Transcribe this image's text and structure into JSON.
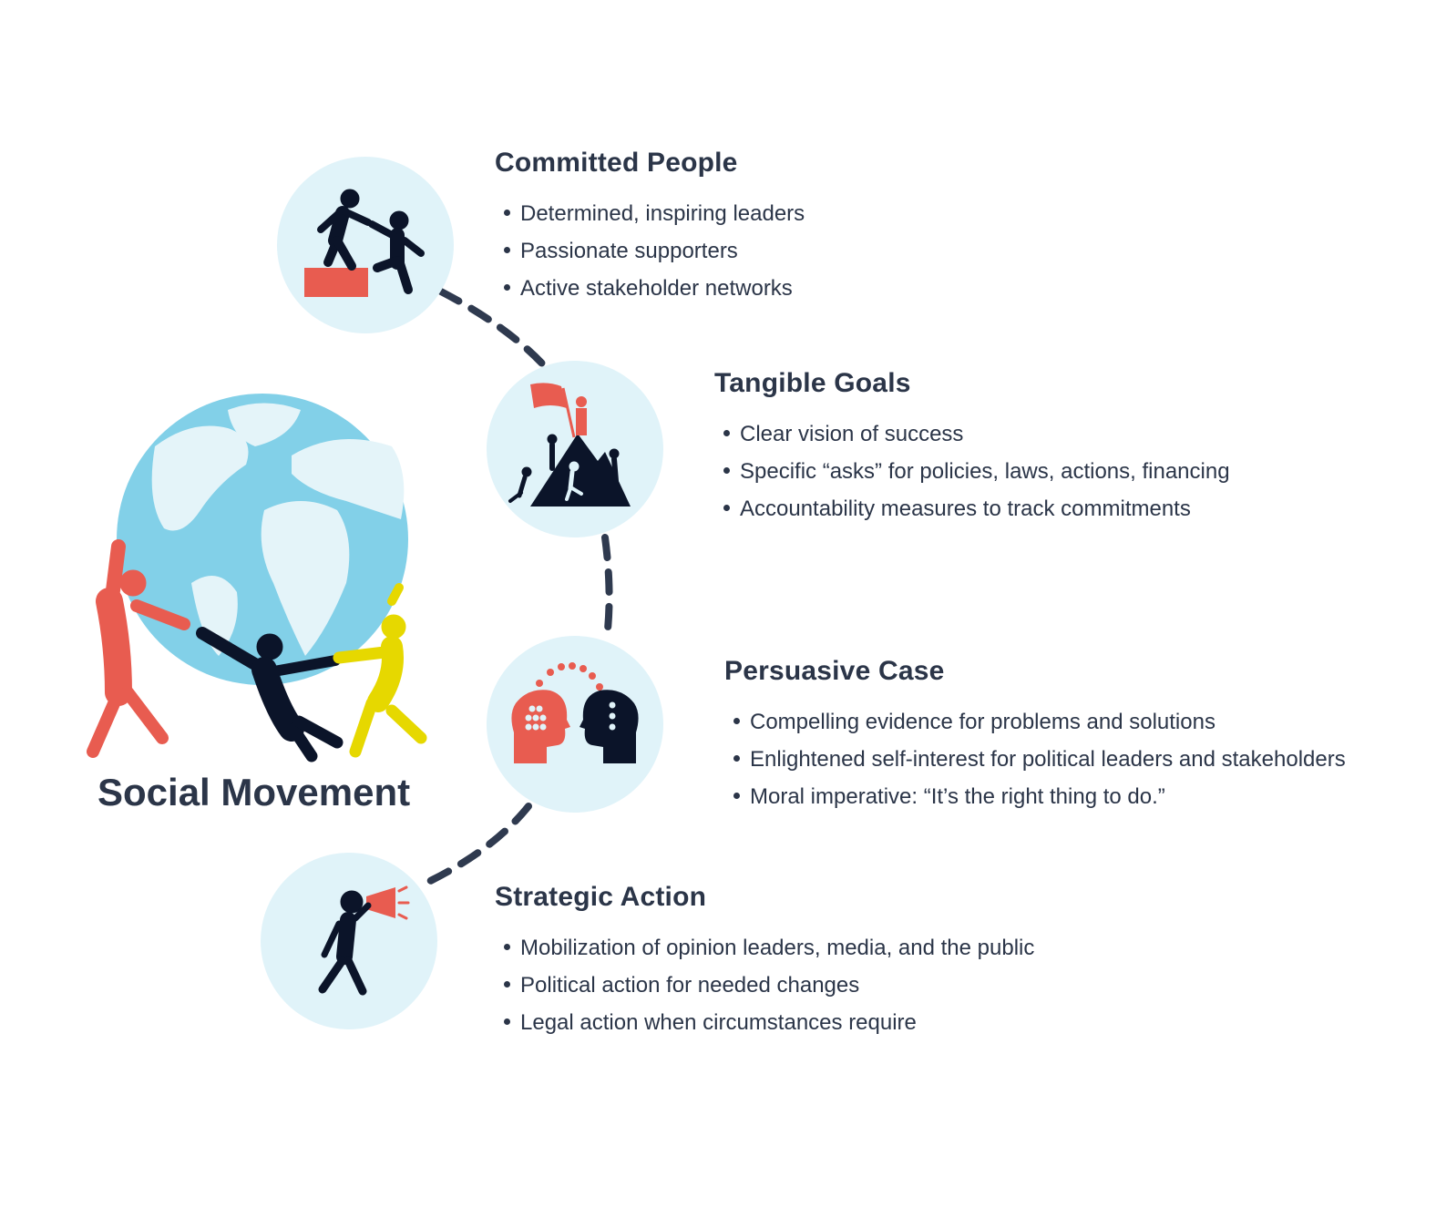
{
  "main_title": "Social Movement",
  "colors": {
    "text": "#2b3548",
    "circle_bg": "#e0f3f9",
    "accent_red": "#e85c50",
    "dark_navy": "#0b1429",
    "yellow": "#e6d800",
    "globe_ocean": "#82d0e8",
    "globe_land": "#e4f4f9",
    "connector": "#2f3a4f"
  },
  "sections": [
    {
      "title": "Committed People",
      "icon": "helping-hand-climb-icon",
      "bullets": [
        "Determined, inspiring leaders",
        "Passionate supporters",
        "Active stakeholder networks"
      ]
    },
    {
      "title": "Tangible Goals",
      "icon": "mountain-flag-icon",
      "bullets": [
        "Clear vision of success",
        "Specific “asks” for policies, laws, actions, financing",
        "Accountability measures to track commitments"
      ]
    },
    {
      "title": "Persuasive Case",
      "icon": "two-heads-persuasion-icon",
      "bullets": [
        "Compelling evidence for problems and solutions",
        "Enlightened self-interest for political leaders and stakeholders",
        "Moral imperative: “It’s the right thing to do.”"
      ]
    },
    {
      "title": "Strategic Action",
      "icon": "megaphone-person-icon",
      "bullets": [
        "Mobilization of opinion leaders, media, and the public",
        "Political action for needed changes",
        "Legal action when circumstances require"
      ]
    }
  ]
}
